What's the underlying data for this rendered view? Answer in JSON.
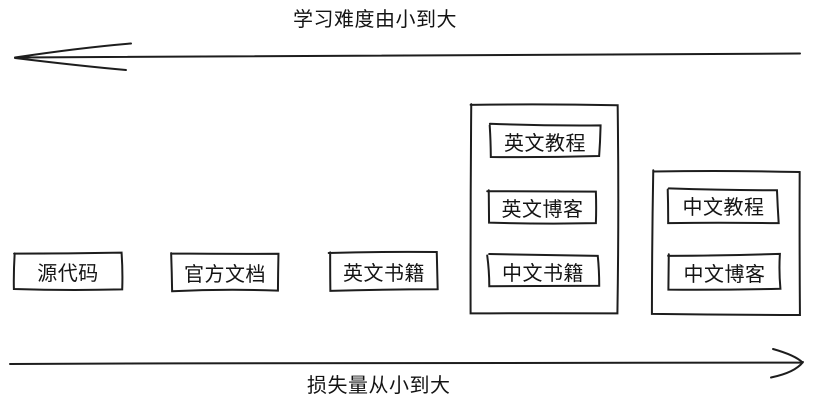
{
  "colors": {
    "stroke": "#1d1d1d",
    "background": "#ffffff",
    "text": "#141414"
  },
  "axes": {
    "top": {
      "label": "学习难度由小到大",
      "arrow_direction": "left"
    },
    "bottom": {
      "label": "损失量从小到大",
      "arrow_direction": "right"
    }
  },
  "standalone_boxes": [
    {
      "label": "源代码"
    },
    {
      "label": "官方文档"
    },
    {
      "label": "英文书籍"
    }
  ],
  "groups": [
    {
      "items": [
        {
          "label": "英文教程"
        },
        {
          "label": "英文博客"
        },
        {
          "label": "中文书籍"
        }
      ]
    },
    {
      "items": [
        {
          "label": "中文教程"
        },
        {
          "label": "中文博客"
        }
      ]
    }
  ]
}
